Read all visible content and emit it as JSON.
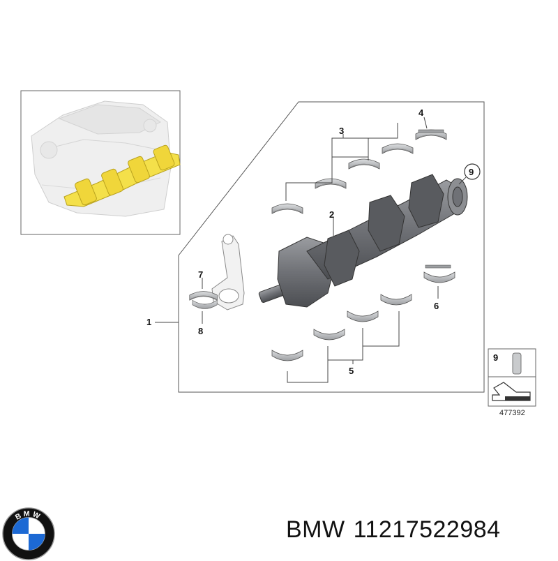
{
  "callouts": {
    "c1": "1",
    "c2": "2",
    "c3": "3",
    "c4": "4",
    "c5": "5",
    "c6": "6",
    "c7": "7",
    "c8": "8",
    "c9": "9",
    "c9_legend": "9"
  },
  "reference_number": "477392",
  "footer": {
    "brand": "BMW",
    "part_number": "11217522984"
  },
  "logo": {
    "text": "BMW",
    "colors": {
      "blue": "#1c69d4",
      "ring": "#111111",
      "white": "#ffffff"
    }
  },
  "colors": {
    "highlight_yellow": "#f4e04a",
    "crank_grey": "#6f7176",
    "shell_grey": "#b9bbbe",
    "line": "#444444"
  }
}
